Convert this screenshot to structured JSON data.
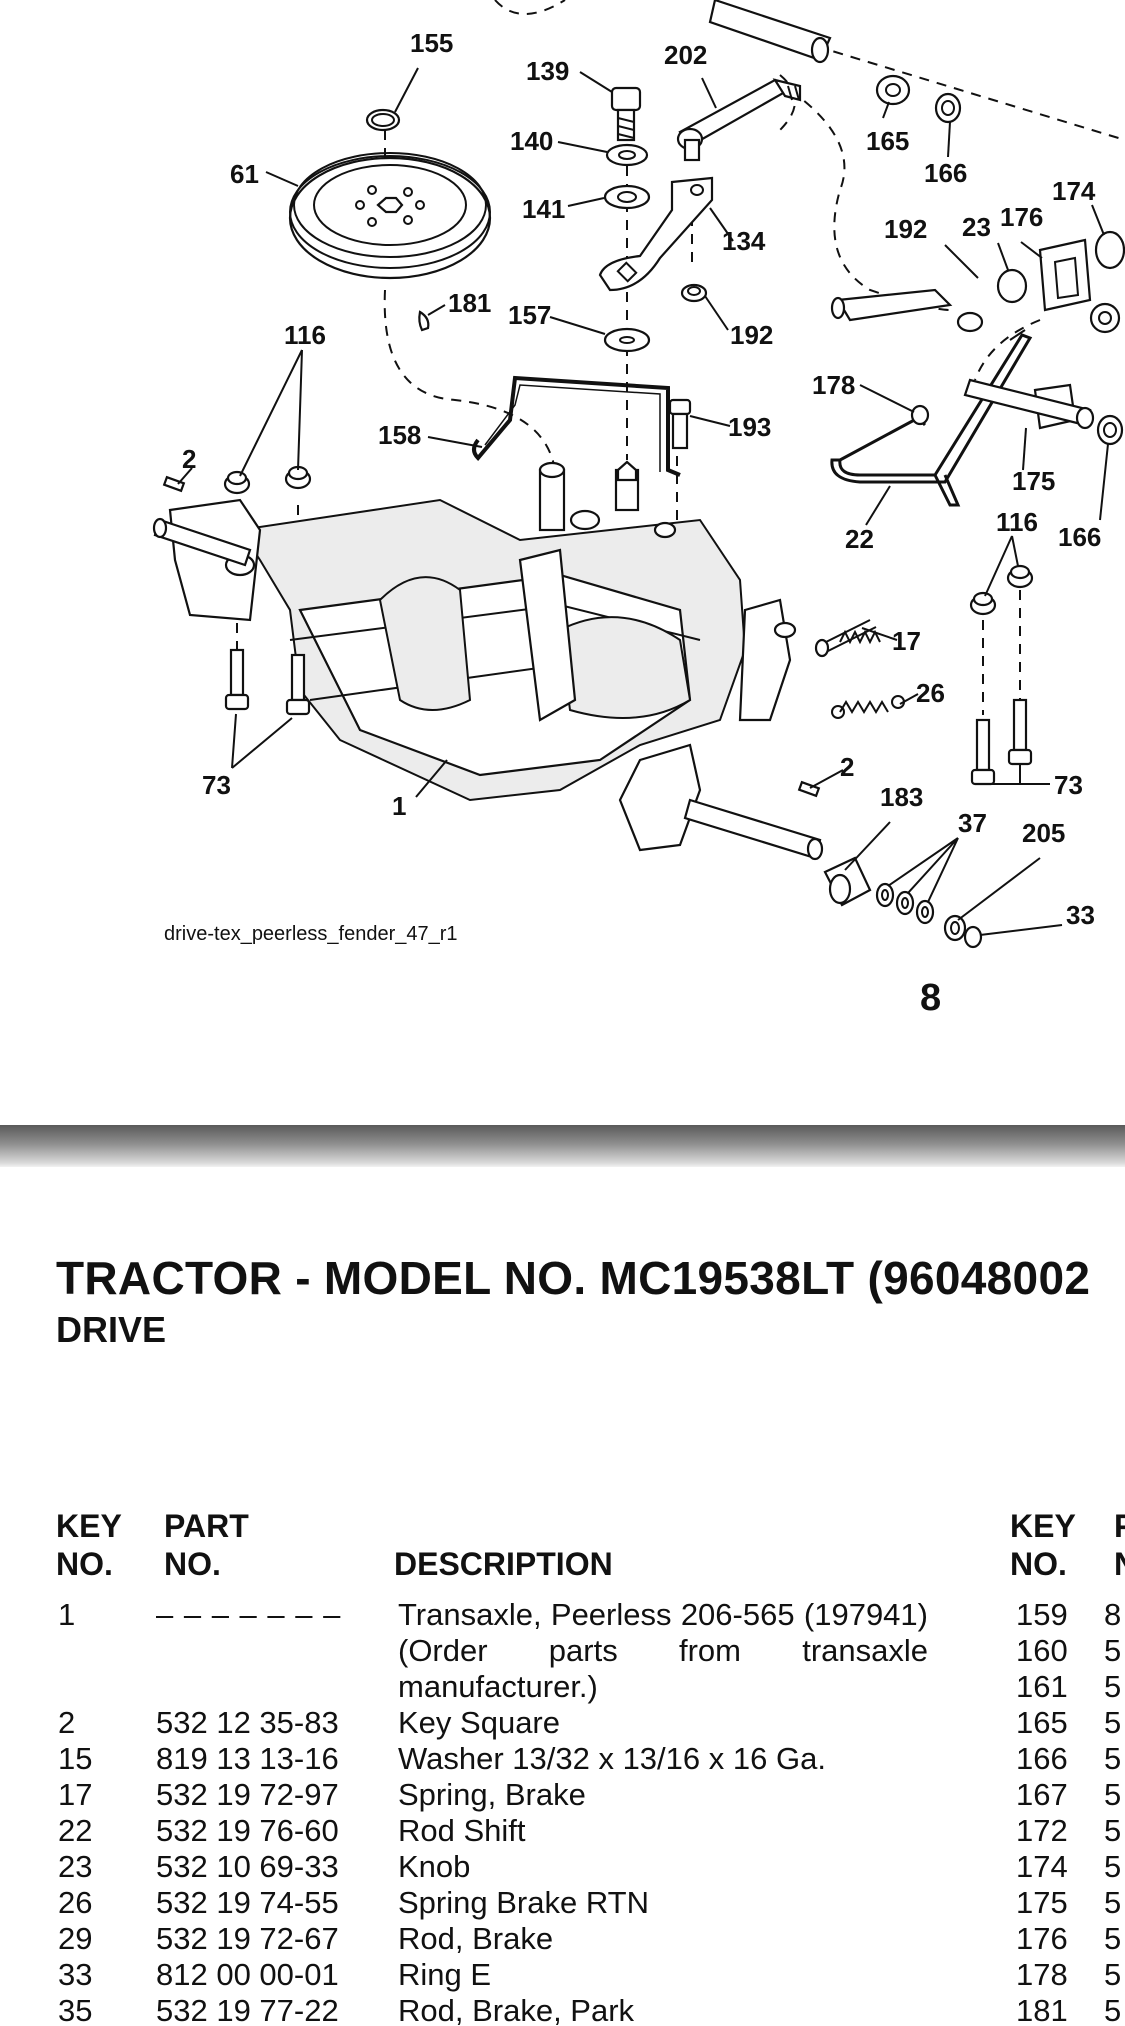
{
  "diagram": {
    "callouts": [
      "155",
      "139",
      "202",
      "165",
      "166",
      "174",
      "61",
      "140",
      "141",
      "134",
      "192",
      "23",
      "176",
      "181",
      "157",
      "192",
      "116",
      "178",
      "158",
      "193",
      "175",
      "2",
      "22",
      "116",
      "166",
      "17",
      "26",
      "73",
      "1",
      "2",
      "183",
      "73",
      "37",
      "205",
      "33"
    ],
    "figure_code": "drive-tex_peerless_fender_47_r1",
    "page_number": "8"
  },
  "document": {
    "title": "TRACTOR - MODEL NO. MC19538LT  (96048002",
    "subtitle": "DRIVE"
  },
  "table": {
    "headers": {
      "key_top": "KEY",
      "key_bottom": "NO.",
      "part_top": "PART",
      "part_bottom": "NO.",
      "description": "DESCRIPTION",
      "right_key_top": "KEY",
      "right_key_bottom": "NO.",
      "right_part_top": "P",
      "right_part_bottom": "N"
    },
    "rows": [
      {
        "key": "1",
        "part": "– – – – – – –",
        "description": "Transaxle, Peerless 206-565 (197941)(Order parts from transaxle manufacturer.)"
      },
      {
        "key": "2",
        "part": "532 12 35-83",
        "description": "Key Square"
      },
      {
        "key": "15",
        "part": "819 13 13-16",
        "description": "Washer 13/32 x 13/16 x 16 Ga."
      },
      {
        "key": "17",
        "part": "532 19 72-97",
        "description": "Spring, Brake"
      },
      {
        "key": "22",
        "part": "532 19 76-60",
        "description": "Rod Shift"
      },
      {
        "key": "23",
        "part": "532 10 69-33",
        "description": "Knob"
      },
      {
        "key": "26",
        "part": "532 19 74-55",
        "description": "Spring Brake RTN"
      },
      {
        "key": "29",
        "part": "532 19 72-67",
        "description": "Rod, Brake"
      },
      {
        "key": "33",
        "part": "812 00 00-01",
        "description": "Ring E"
      },
      {
        "key": "35",
        "part": "532 19 77-22",
        "description": "Rod, Brake, Park"
      }
    ],
    "right_rows": [
      {
        "key": "159",
        "part": "8"
      },
      {
        "key": "160",
        "part": "5"
      },
      {
        "key": "161",
        "part": "5"
      },
      {
        "key": "165",
        "part": "5"
      },
      {
        "key": "166",
        "part": "5"
      },
      {
        "key": "167",
        "part": "5"
      },
      {
        "key": "172",
        "part": "5"
      },
      {
        "key": "174",
        "part": "5"
      },
      {
        "key": "175",
        "part": "5"
      },
      {
        "key": "176",
        "part": "5"
      },
      {
        "key": "178",
        "part": "5"
      },
      {
        "key": "181",
        "part": "5"
      }
    ]
  }
}
